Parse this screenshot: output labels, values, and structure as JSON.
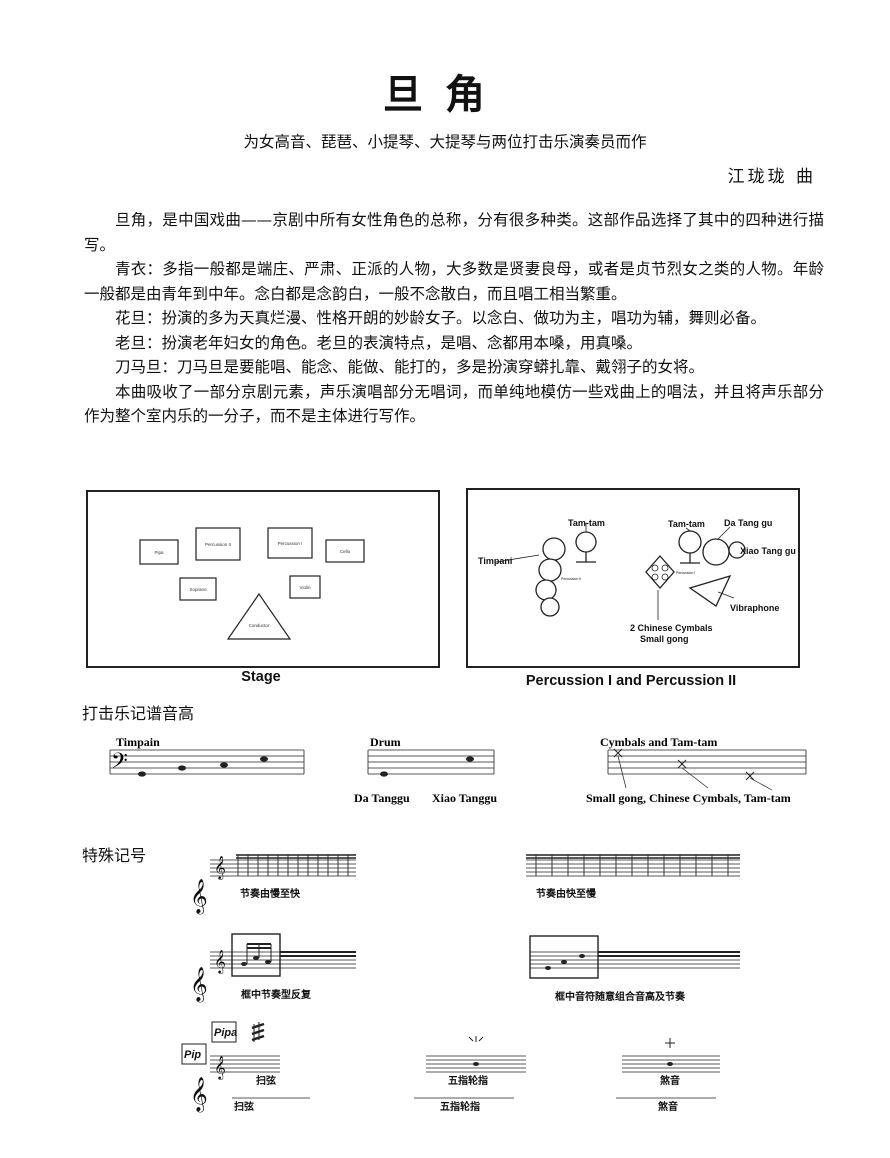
{
  "title": "旦角",
  "subtitle": "为女高音、琵琶、小提琴、大提琴与两位打击乐演奏员而作",
  "composer": "江珑珑 曲",
  "paragraphs": [
    "旦角，是中国戏曲——京剧中所有女性角色的总称，分有很多种类。这部作品选择了其中的四种进行描写。",
    "青衣：多指一般都是端庄、严肃、正派的人物，大多数是贤妻良母，或者是贞节烈女之类的人物。年龄一般都是由青年到中年。念白都是念韵白，一般不念散白，而且唱工相当繁重。",
    "花旦：扮演的多为天真烂漫、性格开朗的妙龄女子。以念白、做功为主，唱功为辅，舞则必备。",
    "老旦：扮演老年妇女的角色。老旦的表演特点，是唱、念都用本嗓，用真嗓。",
    "刀马旦：刀马旦是要能唱、能念、能做、能打的，多是扮演穿蟒扎靠、戴翎子的女将。",
    "本曲吸收了一部分京剧元素，声乐演唱部分无唱词，而单纯地模仿一些戏曲上的唱法，并且将声乐部分作为整个室内乐的一分子，而不是主体进行写作。"
  ],
  "stage": {
    "caption": "Stage",
    "boxes": [
      "Pipa",
      "Percussion II",
      "Percussion I",
      "Cello",
      "Soprano",
      "Violin",
      "Conductor"
    ]
  },
  "percussion": {
    "caption": "Percussion I  and Percussion II",
    "labels": [
      "Tam-tam",
      "Timpani",
      "Percussion II",
      "Tam-tam",
      "Da Tang gu",
      "Xiao Tang gu",
      "Percussion I",
      "Vibraphone",
      "2 Chinese Cymbals",
      "Small gong"
    ]
  },
  "pitch_section": {
    "heading": "打击乐记谱音高",
    "timpani_label": "Timpain",
    "drum_label": "Drum",
    "drum_notes": [
      "Da Tanggu",
      "Xiao Tanggu"
    ],
    "cymbals_label": "Cymbals and Tam-tam",
    "cymbals_notes": "Small gong, Chinese Cymbals, Tam-tam"
  },
  "special_section": {
    "heading": "特殊记号",
    "items": [
      "节奏由慢至快",
      "节奏由快至慢",
      "框中节奏型反复",
      "框中音符随意组合音高及节奏",
      "扫弦",
      "五指轮指",
      "煞音",
      "扫弦",
      "五指轮指",
      "煞音"
    ],
    "pipa_label": "Pipa",
    "pipa_label_short": "Pip"
  }
}
